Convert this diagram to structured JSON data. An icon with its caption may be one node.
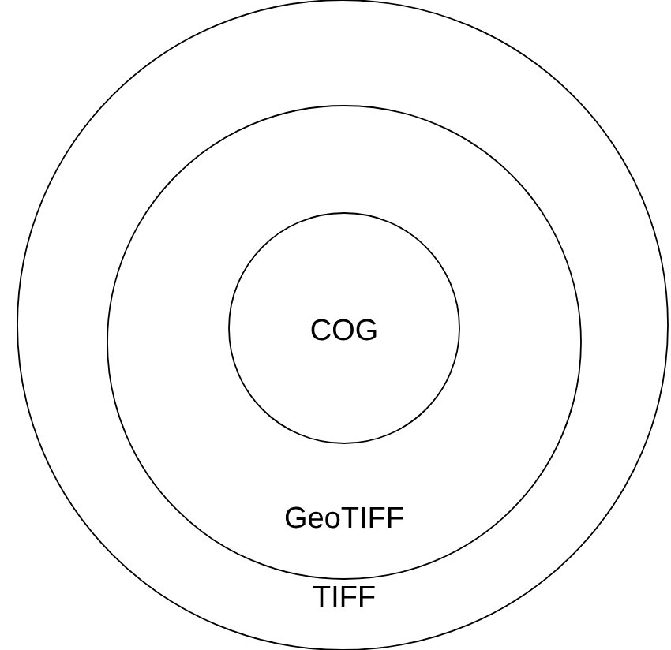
{
  "diagram": {
    "nodes": [
      {
        "text": [
          "TIFF"
        ]
      },
      {
        "text": [
          "GeoTIFF"
        ],
        "in": 0
      },
      {
        "text": [
          "COG"
        ],
        "in": 1
      }
    ]
  }
}
